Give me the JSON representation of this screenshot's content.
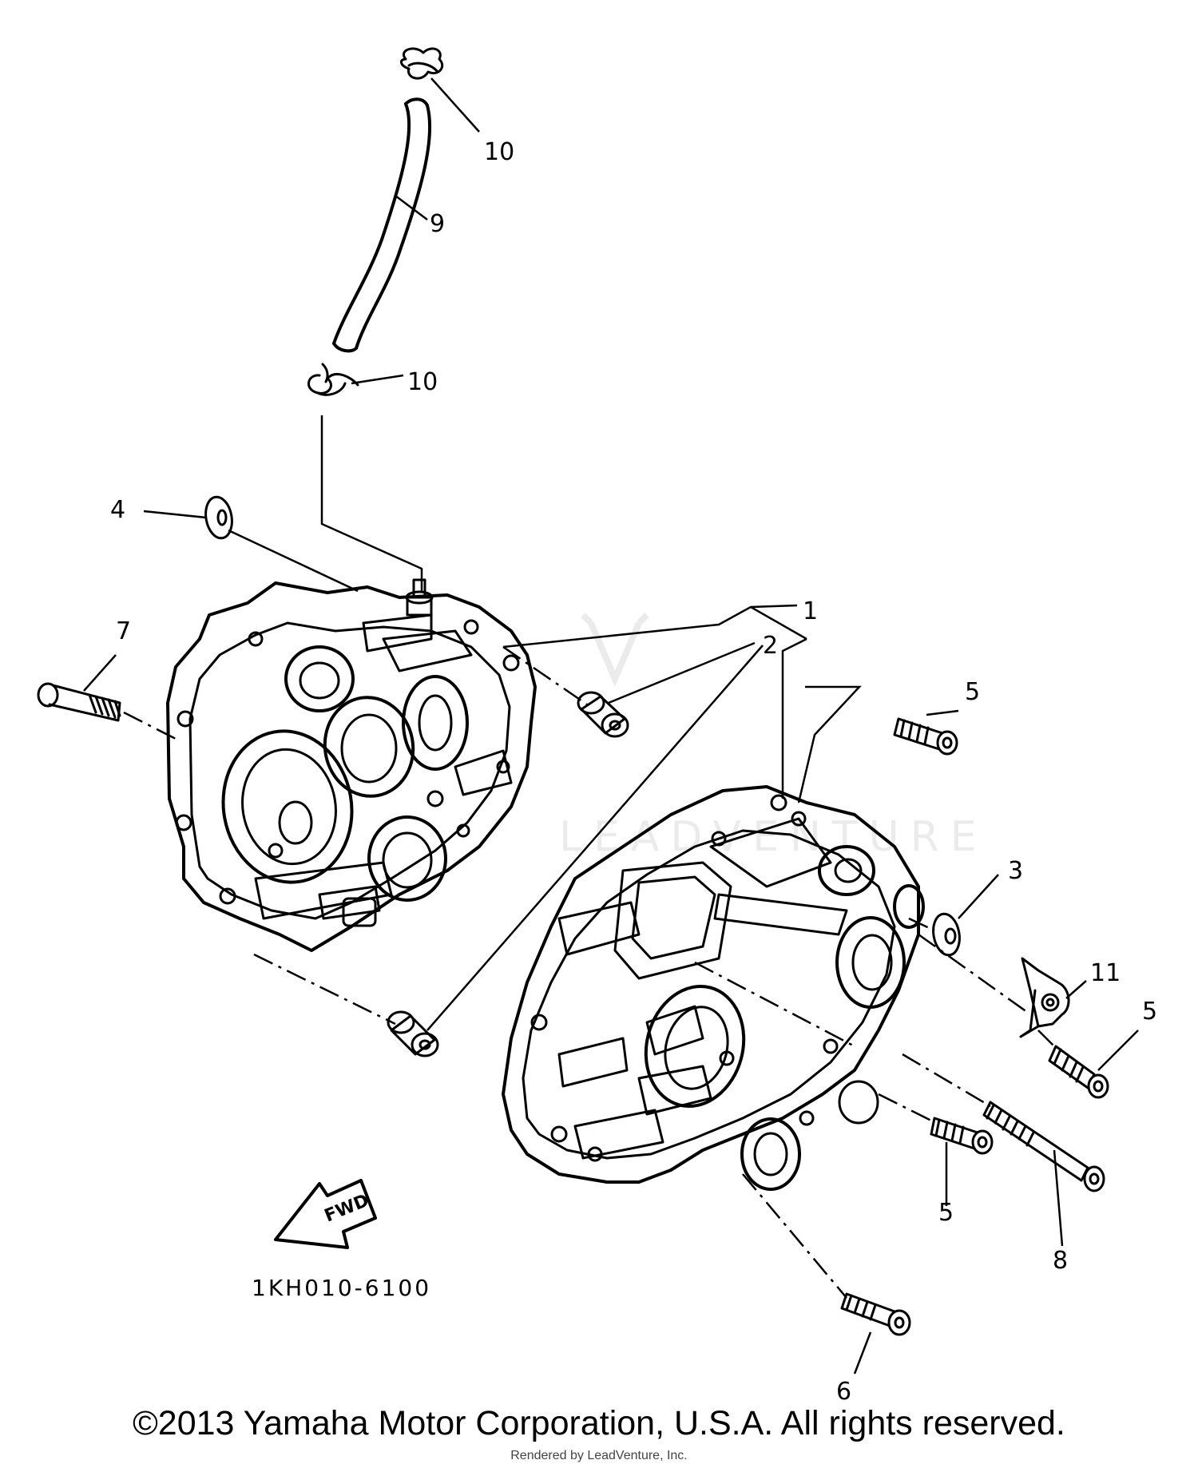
{
  "callouts": {
    "c1": "1",
    "c2": "2",
    "c3": "3",
    "c4": "4",
    "c5_top": "5",
    "c5_right": "5",
    "c5_bottom": "5",
    "c6": "6",
    "c7": "7",
    "c8": "8",
    "c9": "9",
    "c10_top": "10",
    "c10_mid": "10",
    "c11": "11"
  },
  "fwd_marker": "FWD",
  "diagram_code": "1KH010-6100",
  "watermark": "LEADVENTURE",
  "copyright": "©2013 Yamaha Motor Corporation, U.S.A. All rights reserved.",
  "rendered_by": "Rendered by LeadVenture, Inc."
}
